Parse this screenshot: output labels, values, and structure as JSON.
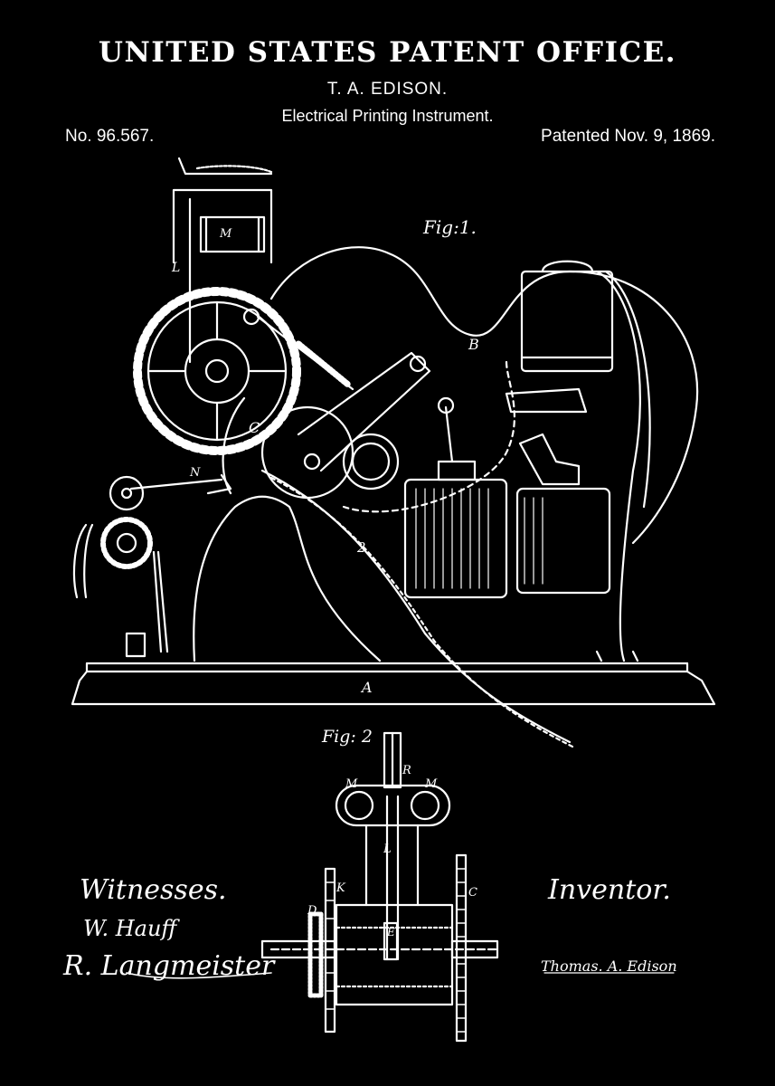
{
  "header": {
    "office_title": "UNITED STATES PATENT OFFICE.",
    "inventor_name": "T. A. EDISON.",
    "invention_title": "Electrical Printing Instrument.",
    "patent_number": "No. 96.567.",
    "patent_date": "Patented Nov. 9, 1869."
  },
  "figures": {
    "fig1_label": "Fig:1.",
    "fig2_label": "Fig: 2"
  },
  "part_labels": {
    "M": "M",
    "L": "L",
    "B": "B",
    "C": "C",
    "N": "N",
    "A": "A",
    "two": "2",
    "K": "K",
    "D": "D",
    "E": "E",
    "R": "R"
  },
  "footer": {
    "witnesses_label": "Witnesses.",
    "inventor_label": "Inventor.",
    "witness_1": "W. Hauff",
    "witness_2": "R. Langmeister",
    "inventor_signature": "Thomas. A. Edison"
  },
  "colors": {
    "background": "#000000",
    "ink": "#ffffff"
  }
}
